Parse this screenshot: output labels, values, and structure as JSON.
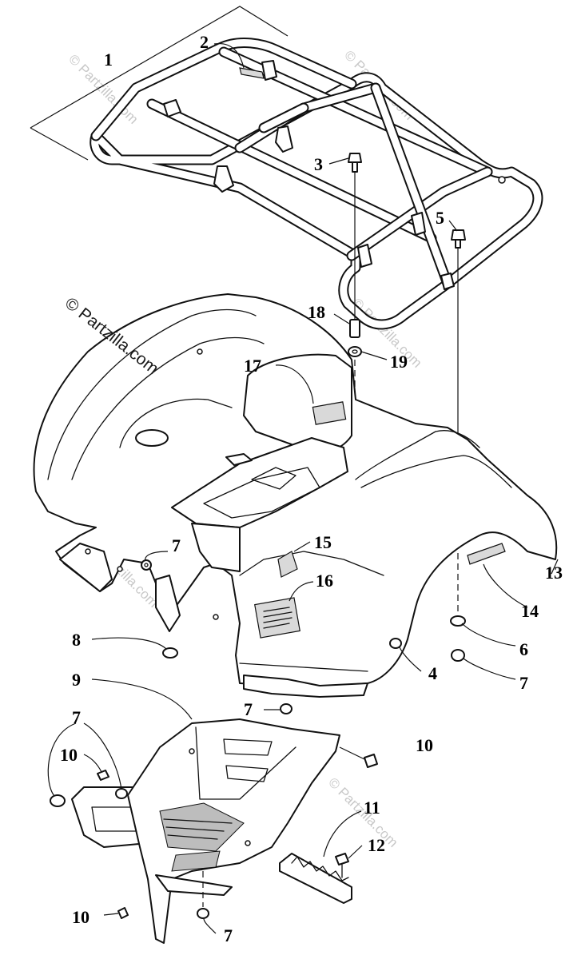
{
  "watermarks": {
    "main": "© Partzilla.com",
    "faint": "© Partzilla.com"
  },
  "callouts": [
    {
      "id": "1",
      "text": "1"
    },
    {
      "id": "2",
      "text": "2"
    },
    {
      "id": "3",
      "text": "3"
    },
    {
      "id": "4",
      "text": "4"
    },
    {
      "id": "5",
      "text": "5"
    },
    {
      "id": "6",
      "text": "6"
    },
    {
      "id": "7a",
      "text": "7"
    },
    {
      "id": "7b",
      "text": "7"
    },
    {
      "id": "7c",
      "text": "7"
    },
    {
      "id": "7d",
      "text": "7"
    },
    {
      "id": "7e",
      "text": "7"
    },
    {
      "id": "8",
      "text": "8"
    },
    {
      "id": "9",
      "text": "9"
    },
    {
      "id": "10a",
      "text": "10"
    },
    {
      "id": "10b",
      "text": "10"
    },
    {
      "id": "10c",
      "text": "10"
    },
    {
      "id": "11",
      "text": "11"
    },
    {
      "id": "12",
      "text": "12"
    },
    {
      "id": "13",
      "text": "13"
    },
    {
      "id": "14",
      "text": "14"
    },
    {
      "id": "15",
      "text": "15"
    },
    {
      "id": "16",
      "text": "16"
    },
    {
      "id": "17",
      "text": "17"
    },
    {
      "id": "18",
      "text": "18"
    },
    {
      "id": "19",
      "text": "19"
    }
  ]
}
